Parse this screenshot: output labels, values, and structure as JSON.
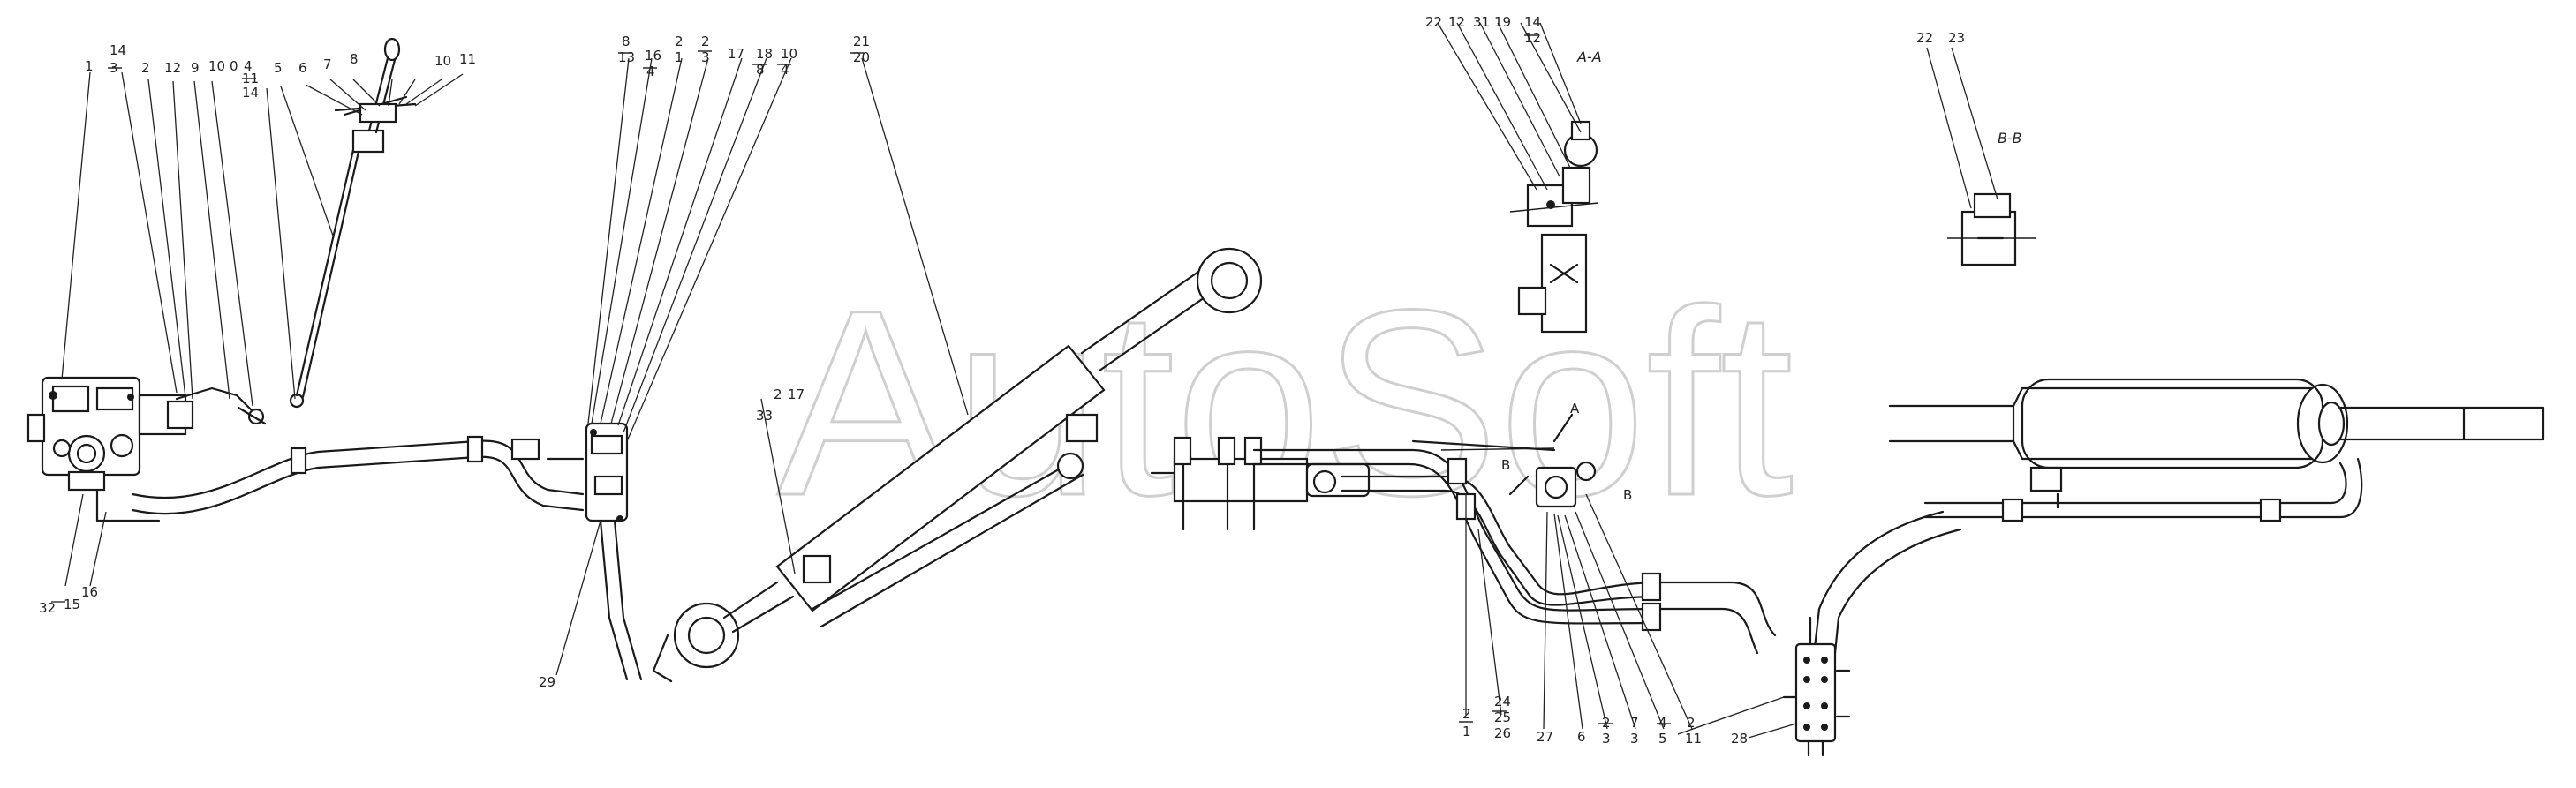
{
  "watermark": "AutoSoft",
  "sections": {
    "aa": "A-A",
    "bb": "B-B"
  },
  "markers": {
    "a": "A",
    "b": "B"
  },
  "labels": {
    "l1": "1",
    "l14": "14",
    "l3": "3",
    "l2": "2",
    "l12": "12",
    "l9": "9",
    "l10": "10",
    "l0": "0",
    "l4": "4",
    "l11": "11",
    "l14b": "14",
    "l5": "5",
    "l6": "6",
    "l7": "7",
    "l8": "8",
    "l10b": "10",
    "l11b": "11",
    "l8c": "8",
    "l13c": "13",
    "l16c": "16",
    "l4c": "4",
    "l2c": "2",
    "l1c": "1",
    "l2d": "2",
    "l3d": "3",
    "l17c": "17",
    "l8d": "8",
    "l18c": "18",
    "l10c": "10",
    "l4d": "4",
    "l21": "21",
    "l20": "20",
    "l2e": "2",
    "l17e": "17",
    "l33": "33",
    "l29": "29",
    "l32": "32",
    "l15": "15",
    "l16": "16",
    "s22": "22",
    "s12": "12",
    "s31": "31",
    "s19": "19",
    "s14": "14",
    "s12b": "12",
    "s22b": "22",
    "s23": "23",
    "b2": "2",
    "b1": "1",
    "b24": "24",
    "b25": "25",
    "b26": "26",
    "b27": "27",
    "b6": "6",
    "b2b": "2",
    "b3": "3",
    "b7": "7",
    "b3b": "3",
    "b4": "4",
    "b5": "5",
    "b2c": "2",
    "b11": "11",
    "b28": "28"
  }
}
